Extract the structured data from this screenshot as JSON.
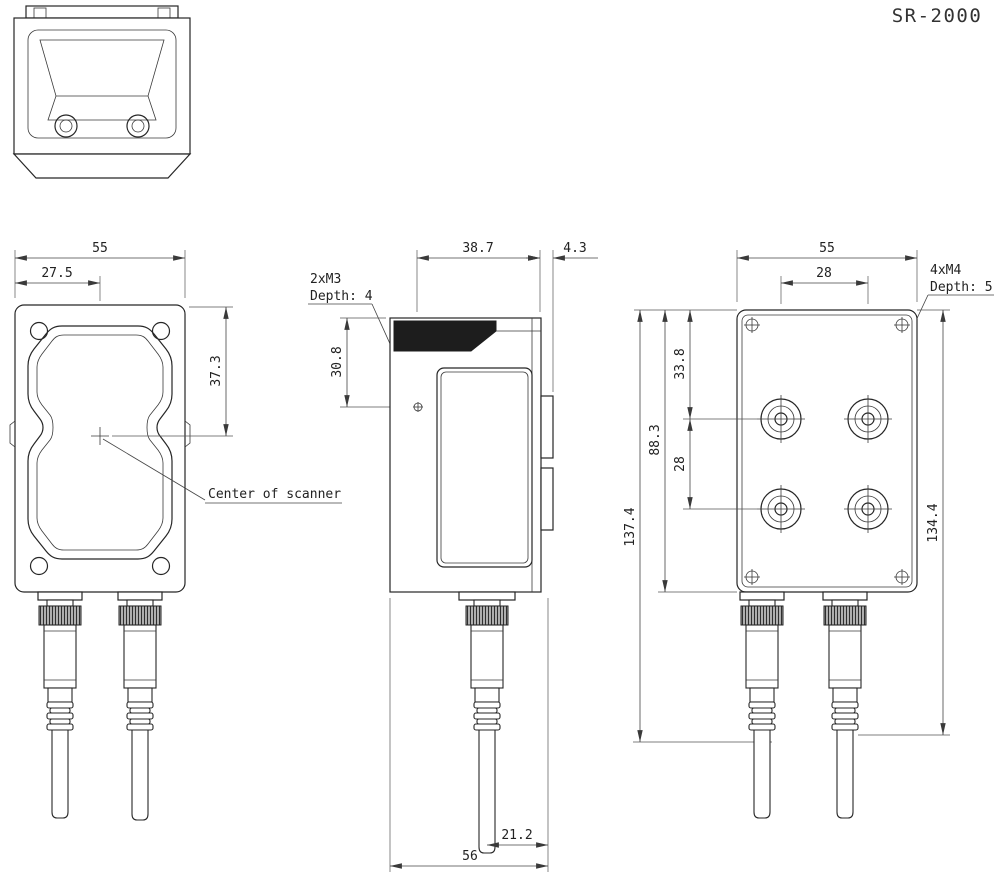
{
  "title": "SR-2000",
  "front_view": {
    "center_label": "Center of scanner",
    "dims": {
      "width": "55",
      "half_width": "27.5",
      "center_from_top": "37.3"
    }
  },
  "side_view": {
    "screw_note": {
      "line1": "2xM3",
      "line2": "Depth: 4"
    },
    "dims": {
      "hole_to_rear": "38.7",
      "rear_step": "4.3",
      "hole_from_top": "30.8",
      "cable_to_rear": "21.2",
      "total_depth": "56"
    }
  },
  "rear_view": {
    "screw_note": {
      "line1": "4xM4",
      "line2": "Depth: 5"
    },
    "dims": {
      "width": "55",
      "hole_pitch_h": "28",
      "hole_row1_from_top": "33.8",
      "hole_pitch_v": "28",
      "body_height": "88.3",
      "overall_left": "137.4",
      "overall_right": "134.4"
    }
  }
}
